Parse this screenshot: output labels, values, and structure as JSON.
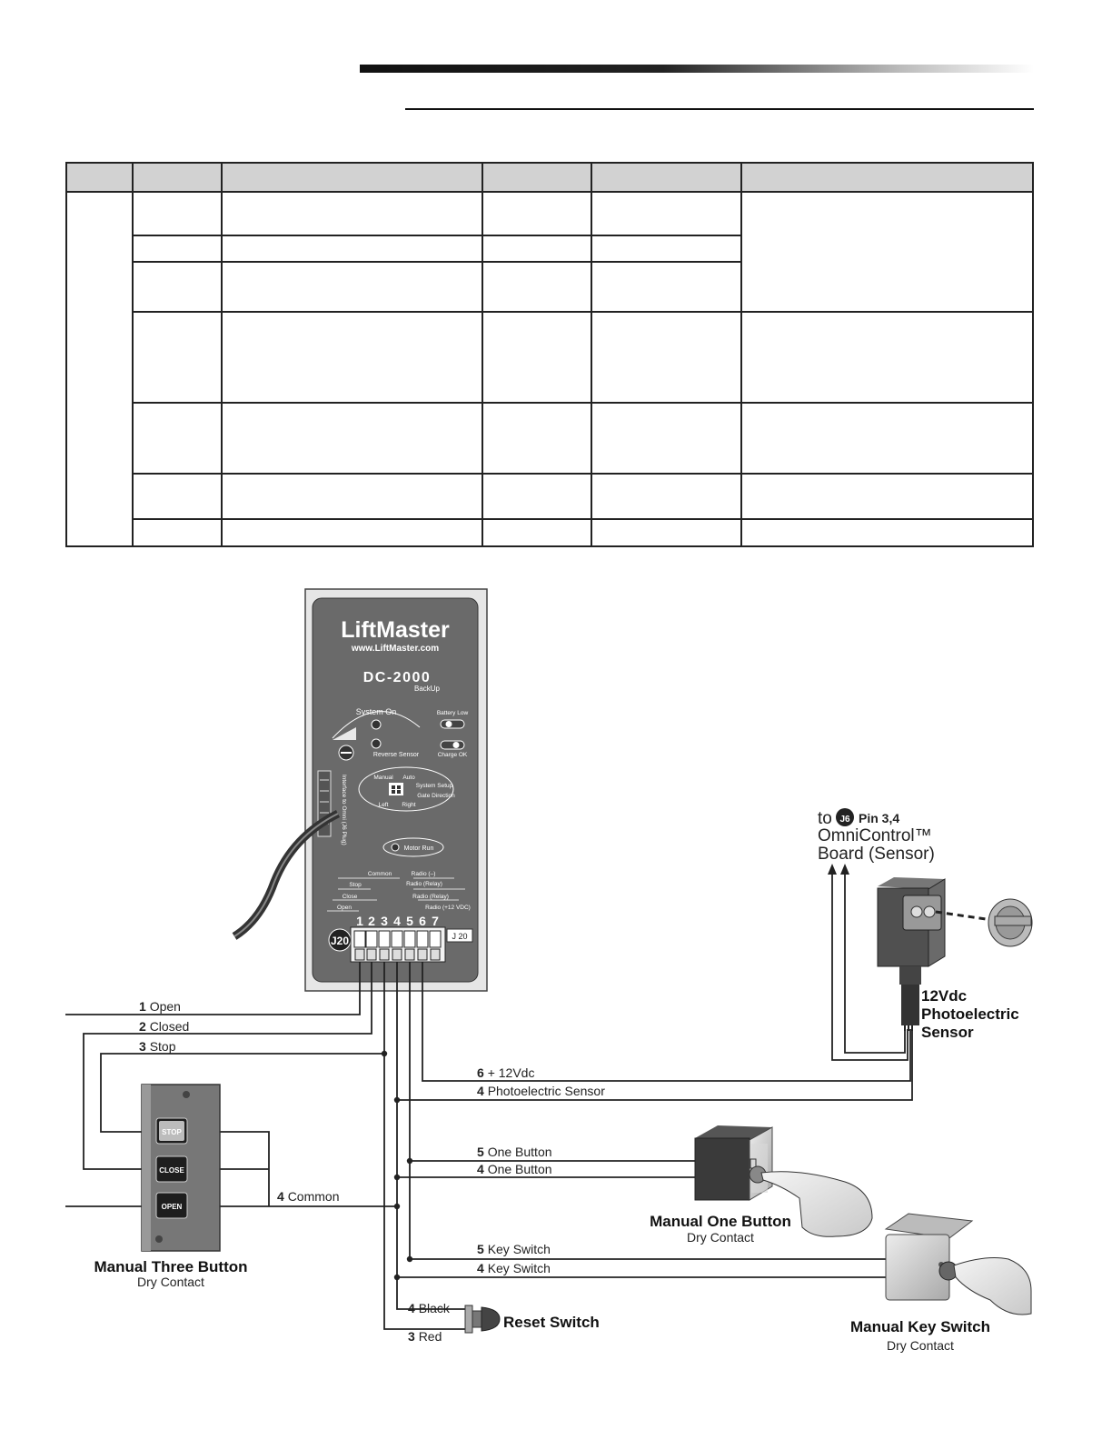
{
  "panel": {
    "brand": "LiftMaster",
    "url": "www.LiftMaster.com",
    "model": "DC-2000",
    "model_sub": "BackUp",
    "system_on": "System On",
    "battery_low": "Battery Low",
    "reverse_sensor": "Reverse Sensor",
    "charge_ok": "Charge OK",
    "manual": "Manual",
    "auto": "Auto",
    "system_setup": "System Setup",
    "gate_direction": "Gate Direction",
    "left": "Left",
    "right": "Right",
    "interface_label": "Interface to Omni (J6 Plug)",
    "motor_run": "Motor Run",
    "common": "Common",
    "radio_minus": "Radio (–)",
    "stop": "Stop",
    "radio_relay_1": "Radio (Relay)",
    "close": "Close",
    "radio_relay_2": "Radio (Relay)",
    "open": "Open",
    "radio_12vdc": "Radio (+12 VDC)",
    "terminal_label": "J20",
    "terminal_label_box": "J 20",
    "pins": [
      "1",
      "2",
      "3",
      "4",
      "5",
      "6",
      "7"
    ]
  },
  "wires": {
    "open": {
      "num": "1",
      "text": "Open"
    },
    "closed": {
      "num": "2",
      "text": "Closed"
    },
    "stop": {
      "num": "3",
      "text": "Stop"
    },
    "plus12": {
      "num": "6",
      "text": "+ 12Vdc"
    },
    "photo": {
      "num": "4",
      "text": "Photoelectric Sensor"
    },
    "one_button_5": {
      "num": "5",
      "text": "One Button"
    },
    "one_button_4": {
      "num": "4",
      "text": "One Button"
    },
    "common": {
      "num": "4",
      "text": "Common"
    },
    "key_switch_5": {
      "num": "5",
      "text": "Key Switch"
    },
    "key_switch_4": {
      "num": "4",
      "text": "Key Switch"
    },
    "black": {
      "num": "4",
      "text": "Black"
    },
    "red": {
      "num": "3",
      "text": "Red"
    }
  },
  "omni": {
    "to": "to",
    "j6": "J6",
    "pin": "Pin 3,4",
    "line1": "OmniControl™",
    "line2": "Board (Sensor)"
  },
  "sensor": {
    "line1": "12Vdc",
    "line2": "Photoelectric",
    "line3": "Sensor"
  },
  "three_button": {
    "title": "Manual Three Button",
    "sub": "Dry Contact",
    "stop": "STOP",
    "close": "CLOSE",
    "open": "OPEN"
  },
  "one_button": {
    "title": "Manual One Button",
    "sub": "Dry Contact"
  },
  "key_switch": {
    "title": "Manual Key Switch",
    "sub": "Dry Contact"
  },
  "reset": {
    "title": "Reset Switch"
  }
}
